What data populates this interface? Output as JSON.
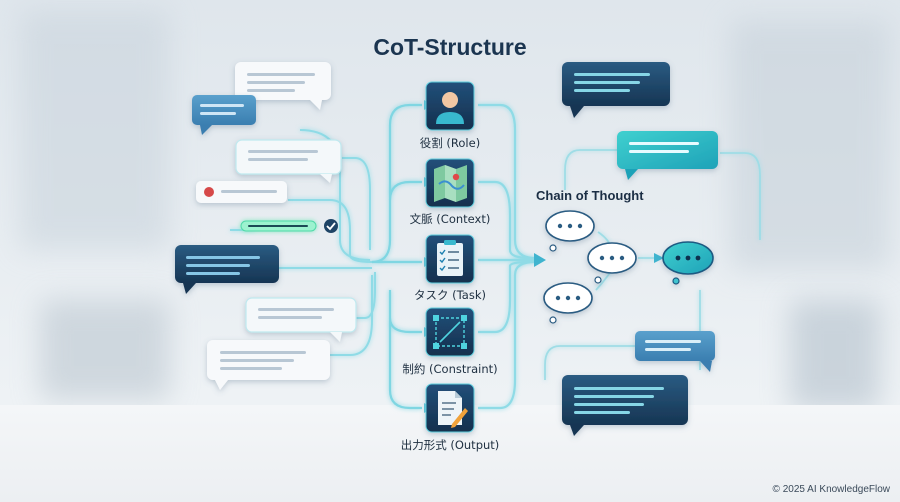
{
  "title": "CoT-Structure",
  "chain_label": "Chain of Thought",
  "footer": "© 2025 AI KnowledgeFlow",
  "nodes": [
    {
      "label": "役割 (Role)",
      "icon": "person-icon"
    },
    {
      "label": "文脈 (Context)",
      "icon": "map-icon"
    },
    {
      "label": "タスク (Task)",
      "icon": "checklist-icon"
    },
    {
      "label": "制約 (Constraint)",
      "icon": "constraint-icon"
    },
    {
      "label": "出力形式 (Output)",
      "icon": "document-icon"
    }
  ],
  "colors": {
    "title": "#1b3550",
    "accent_cyan": "#4fc6d8",
    "connector": "#7fd6e2",
    "dark_bubble": "#1e4466",
    "teal_bubble": "#27b7bf",
    "node_tile": "#183a5c"
  }
}
